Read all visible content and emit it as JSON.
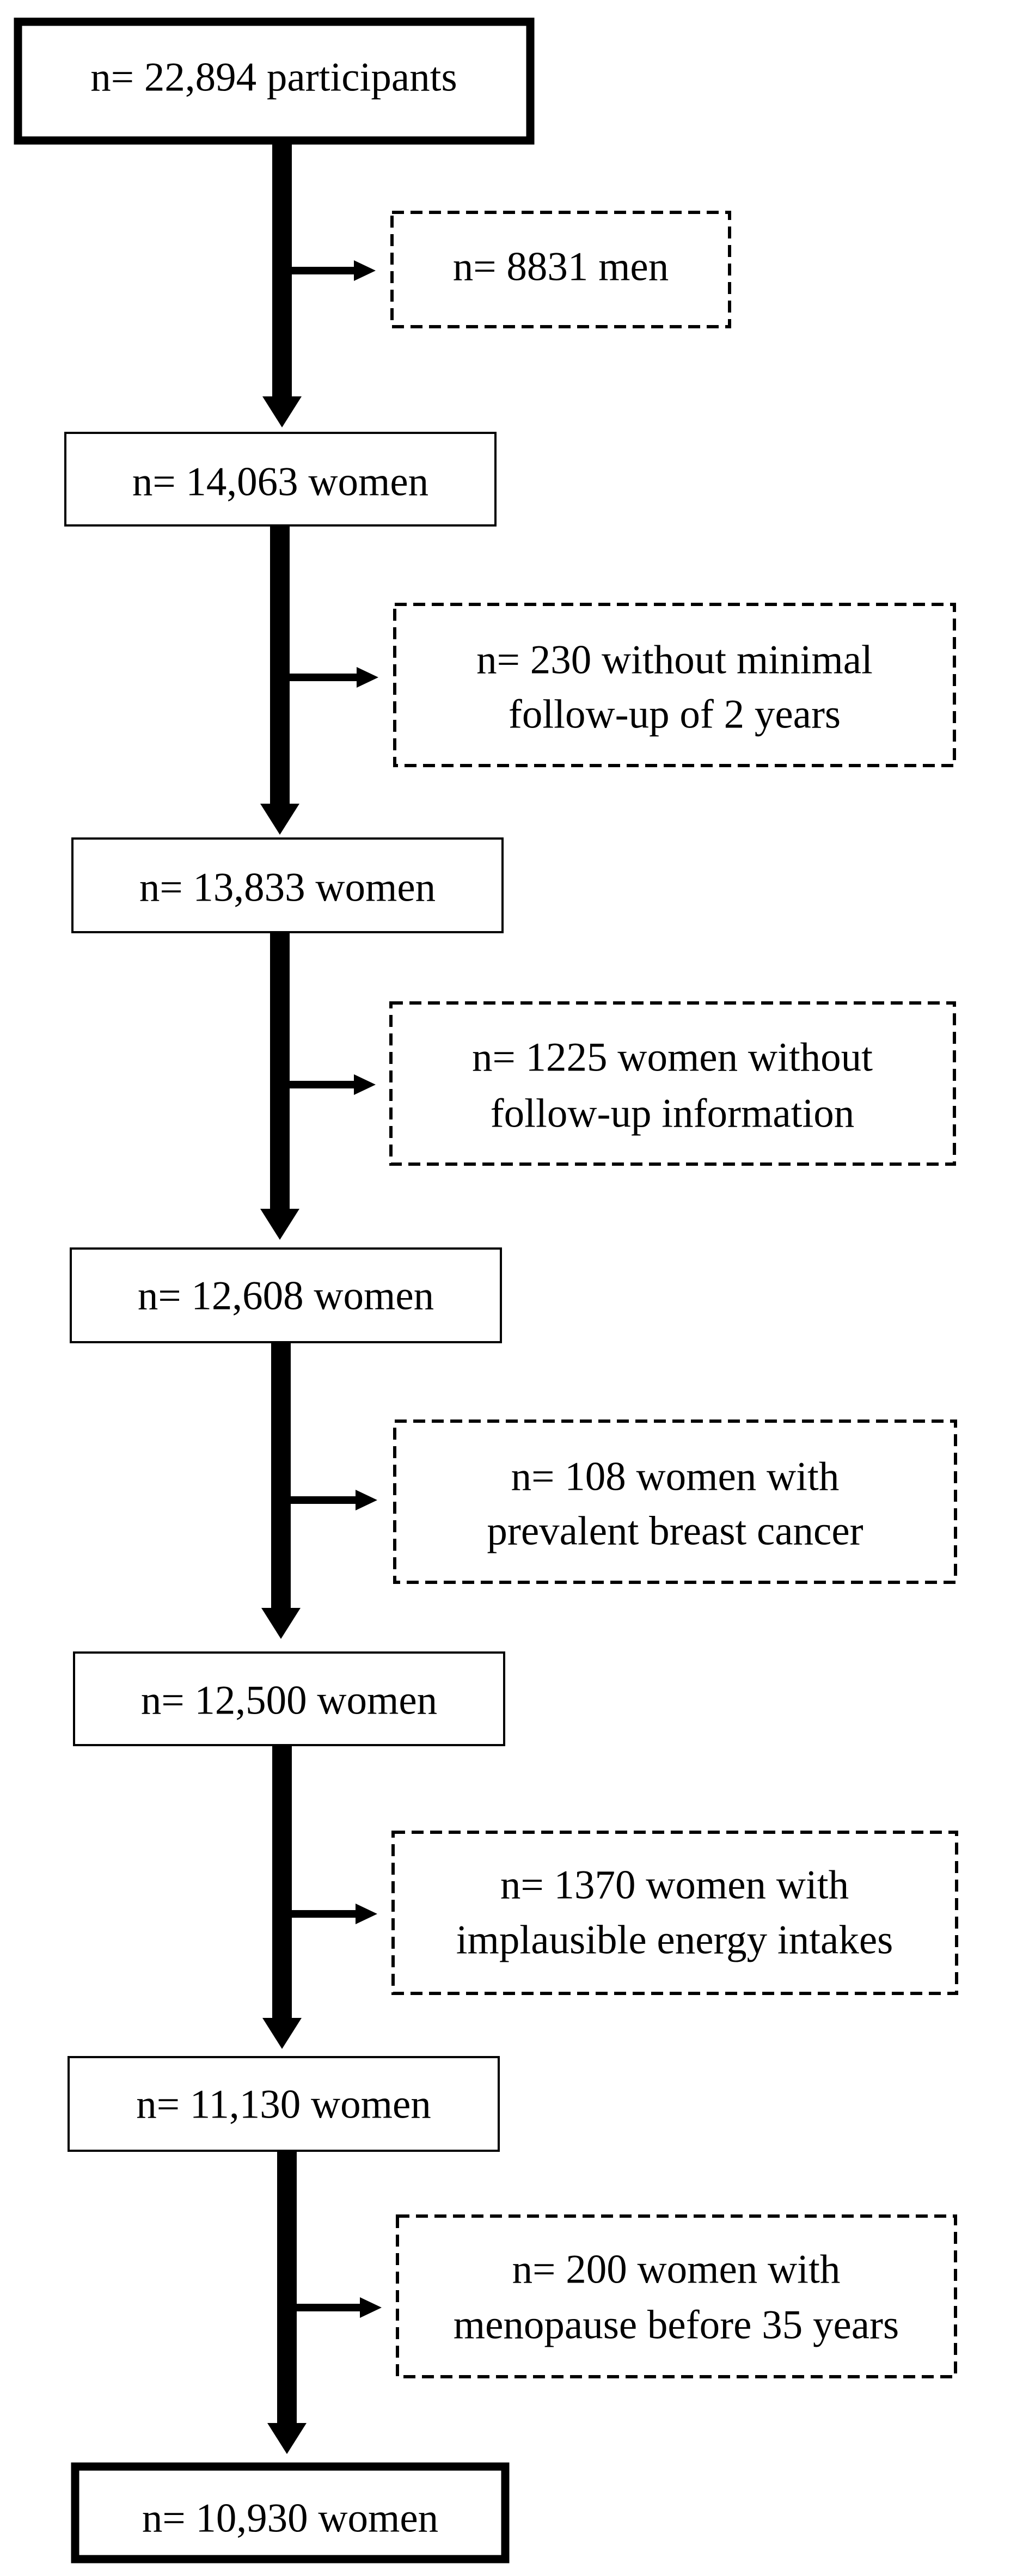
{
  "colors": {
    "line": "#000000",
    "box_fill": "#ffffff",
    "text": "#000000"
  },
  "flowchart": {
    "main_steps": [
      {
        "id": "step-1",
        "label": "n= 22,894 participants",
        "emphasis": "bold"
      },
      {
        "id": "step-2",
        "label": "n= 14,063 women",
        "emphasis": "normal"
      },
      {
        "id": "step-3",
        "label": "n= 13,833 women",
        "emphasis": "normal"
      },
      {
        "id": "step-4",
        "label": "n= 12,608 women",
        "emphasis": "normal"
      },
      {
        "id": "step-5",
        "label": "n= 12,500 women",
        "emphasis": "normal"
      },
      {
        "id": "step-6",
        "label": "n= 11,130 women",
        "emphasis": "normal"
      },
      {
        "id": "step-7",
        "label": "n= 10,930 women",
        "emphasis": "bold"
      }
    ],
    "exclusions": [
      {
        "id": "excl-1",
        "lines": [
          "n= 8831 men"
        ]
      },
      {
        "id": "excl-2",
        "lines": [
          "n= 230 without minimal",
          "follow-up of 2 years"
        ]
      },
      {
        "id": "excl-3",
        "lines": [
          "n= 1225 women without",
          "follow-up information"
        ]
      },
      {
        "id": "excl-4",
        "lines": [
          "n= 108 women with",
          "prevalent breast cancer"
        ]
      },
      {
        "id": "excl-5",
        "lines": [
          "n= 1370 women with",
          "implausible energy intakes"
        ]
      },
      {
        "id": "excl-6",
        "lines": [
          "n= 200 women with",
          "menopause before 35 years"
        ]
      }
    ]
  }
}
